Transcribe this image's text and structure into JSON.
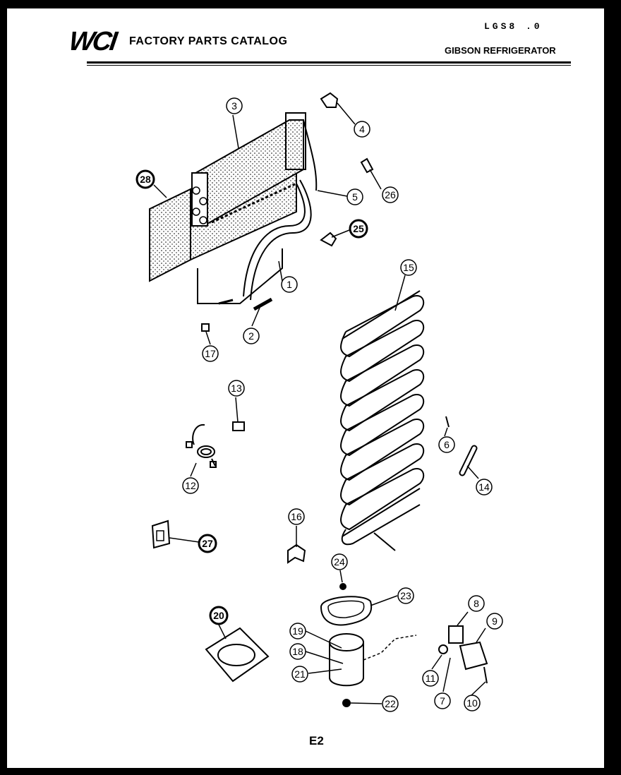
{
  "header": {
    "logo_text": "WCI",
    "catalog_title": "FACTORY PARTS CATALOG",
    "model_code": "LGS8 .0",
    "subtitle": "GIBSON REFRIGERATOR"
  },
  "callouts": {
    "c1": "1",
    "c2": "2",
    "c3": "3",
    "c4": "4",
    "c5": "5",
    "c6": "6",
    "c7": "7",
    "c8": "8",
    "c9": "9",
    "c10": "10",
    "c11": "11",
    "c12": "12",
    "c13": "13",
    "c14": "14",
    "c15": "15",
    "c16": "16",
    "c17": "17",
    "c18": "18",
    "c19": "19",
    "c20": "20",
    "c21": "21",
    "c22": "22",
    "c23": "23",
    "c24": "24",
    "c25": "25",
    "c26": "26",
    "c27": "27",
    "c28": "28"
  },
  "footer": {
    "page_label": "E2"
  }
}
